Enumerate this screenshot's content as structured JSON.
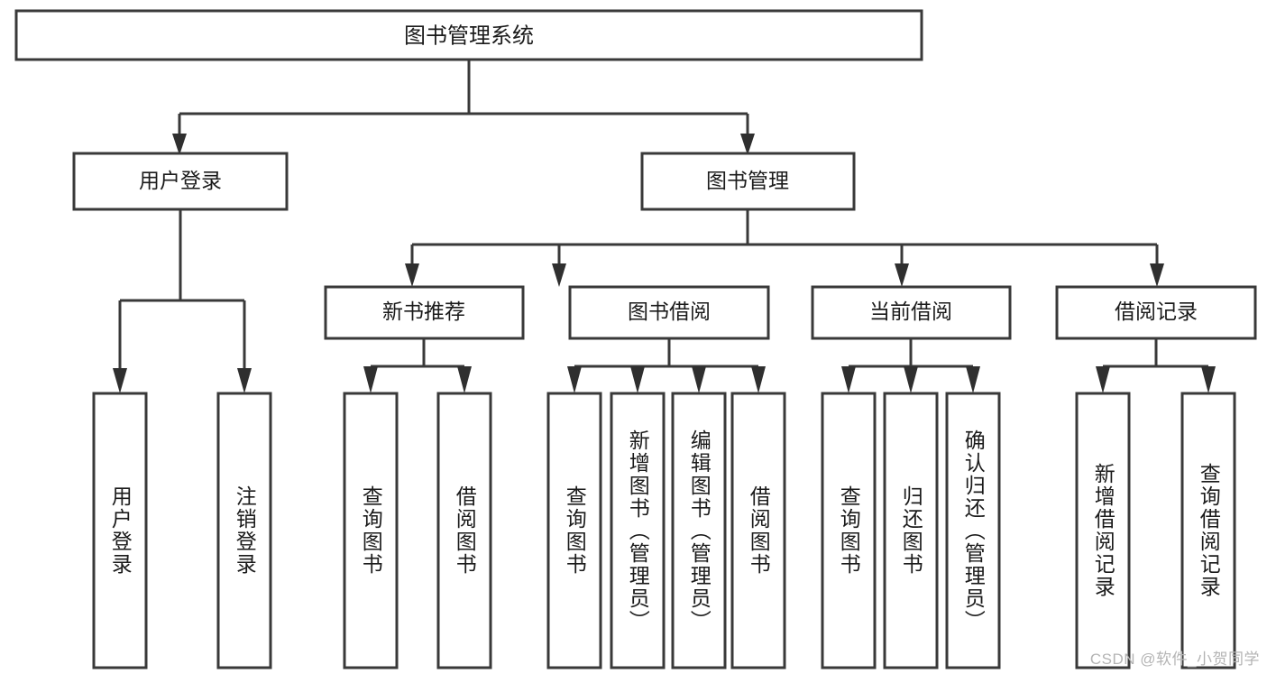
{
  "diagram": {
    "title": "图书管理系统",
    "type": "tree-hierarchy-diagram",
    "root": {
      "label": "图书管理系统"
    },
    "level2": [
      {
        "label": "用户登录"
      },
      {
        "label": "图书管理"
      }
    ],
    "level3": [
      {
        "label": "新书推荐"
      },
      {
        "label": "图书借阅"
      },
      {
        "label": "当前借阅"
      },
      {
        "label": "借阅记录"
      }
    ],
    "leaves": {
      "user_login": [
        {
          "label": "用户登录"
        },
        {
          "label": "注销登录"
        }
      ],
      "new_book_recommend": [
        {
          "label": "查询图书"
        },
        {
          "label": "借阅图书"
        }
      ],
      "book_borrow": [
        {
          "label": "查询图书"
        },
        {
          "label": "新增图书（管理员）"
        },
        {
          "label": "编辑图书（管理员）"
        },
        {
          "label": "借阅图书"
        }
      ],
      "current_borrow": [
        {
          "label": "查询图书"
        },
        {
          "label": "归还图书"
        },
        {
          "label": "确认归还（管理员）"
        }
      ],
      "borrow_record": [
        {
          "label": "新增借阅记录"
        },
        {
          "label": "查询借阅记录"
        }
      ]
    },
    "watermark": "CSDN @软件_小贺同学",
    "colors": {
      "box_stroke": "#393939",
      "connector": "#393939",
      "text": "#1b1b1b",
      "background": "#ffffff",
      "watermark": "#b4b4b4"
    }
  }
}
